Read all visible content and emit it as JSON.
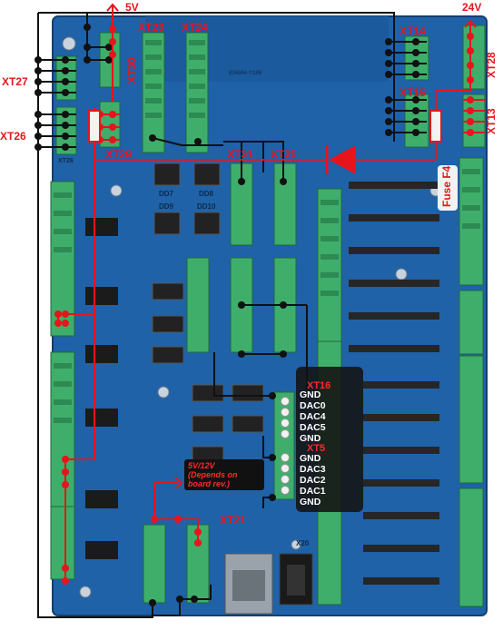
{
  "connectors": {
    "xt23": "XT23",
    "xt24": "XT24",
    "xt30": "XT30",
    "xt27": "XT27",
    "xt26": "XT26",
    "xt29": "XT29",
    "xt14": "XT14",
    "xt15": "XT15",
    "xt28": "XT28",
    "xt13": "XT13",
    "xt31": "XT31",
    "xt25": "XT25",
    "xt21": "XT21",
    "xt16": "XT16",
    "xt5": "XT5"
  },
  "power": {
    "v5": "5V",
    "v24": "24V",
    "fuse": "Fuse F4"
  },
  "xt16_pins": [
    "GND",
    "DAC0",
    "DAC4",
    "DAC5",
    "GND"
  ],
  "xt5_pins": [
    "GND",
    "DAC3",
    "DAC2",
    "DAC1",
    "GND"
  ],
  "note": {
    "line1": "5V/12V",
    "line2": "(Depends on",
    "line3": "board rev.)"
  },
  "silkscreen": {
    "dd7": "DD7",
    "dd8": "DD8",
    "dd9": "DD9",
    "dd10": "DD10",
    "x20": "X20",
    "xt26_small": "XT26",
    "board_code": "834844-Y186"
  },
  "colors": {
    "pcb": "#1f62a8",
    "pcb_dark": "#174f8c",
    "terminal": "#3fae6a",
    "wire_black": "#111111",
    "wire_red": "#e8141c"
  }
}
